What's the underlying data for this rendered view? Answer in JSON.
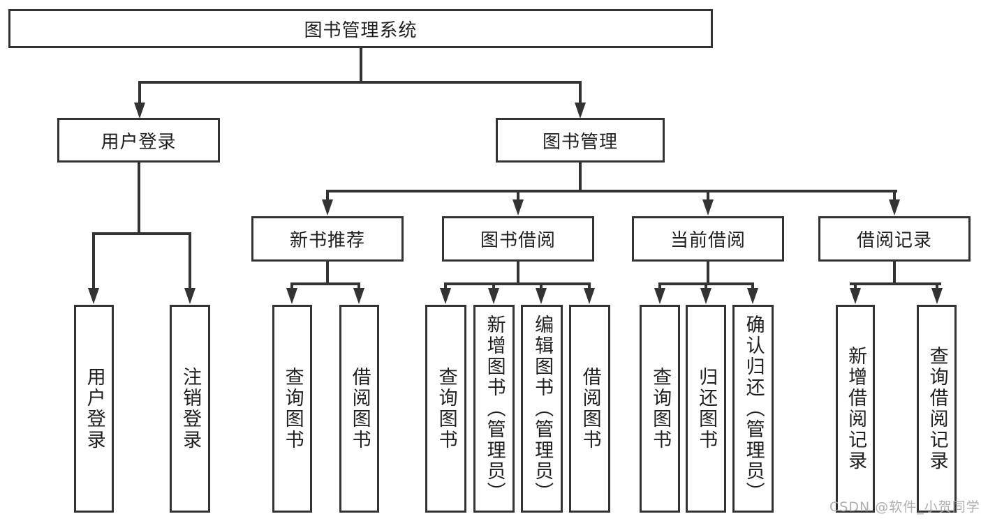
{
  "tree": {
    "root": {
      "label": "图书管理系统"
    },
    "user_branch": {
      "label": "用户登录",
      "children": [
        {
          "label": "用户登录"
        },
        {
          "label": "注销登录"
        }
      ]
    },
    "book_branch": {
      "label": "图书管理",
      "groups": [
        {
          "label": "新书推荐",
          "children": [
            {
              "label": "查询图书"
            },
            {
              "label": "借阅图书"
            }
          ]
        },
        {
          "label": "图书借阅",
          "children": [
            {
              "label": "查询图书"
            },
            {
              "label": "新增图书（管理员）"
            },
            {
              "label": "编辑图书（管理员）"
            },
            {
              "label": "借阅图书"
            }
          ]
        },
        {
          "label": "当前借阅",
          "children": [
            {
              "label": "查询图书"
            },
            {
              "label": "归还图书"
            },
            {
              "label": "确认归还（管理员）"
            }
          ]
        },
        {
          "label": "借阅记录",
          "children": [
            {
              "label": "新增借阅记录"
            },
            {
              "label": "查询借阅记录"
            }
          ]
        }
      ]
    }
  },
  "watermark": {
    "text": "CSDN @软件_小贺同学"
  },
  "colors": {
    "line": "#333333",
    "text": "#1f1f1f",
    "watermark": "#a6a6a6",
    "background": "#ffffff"
  }
}
